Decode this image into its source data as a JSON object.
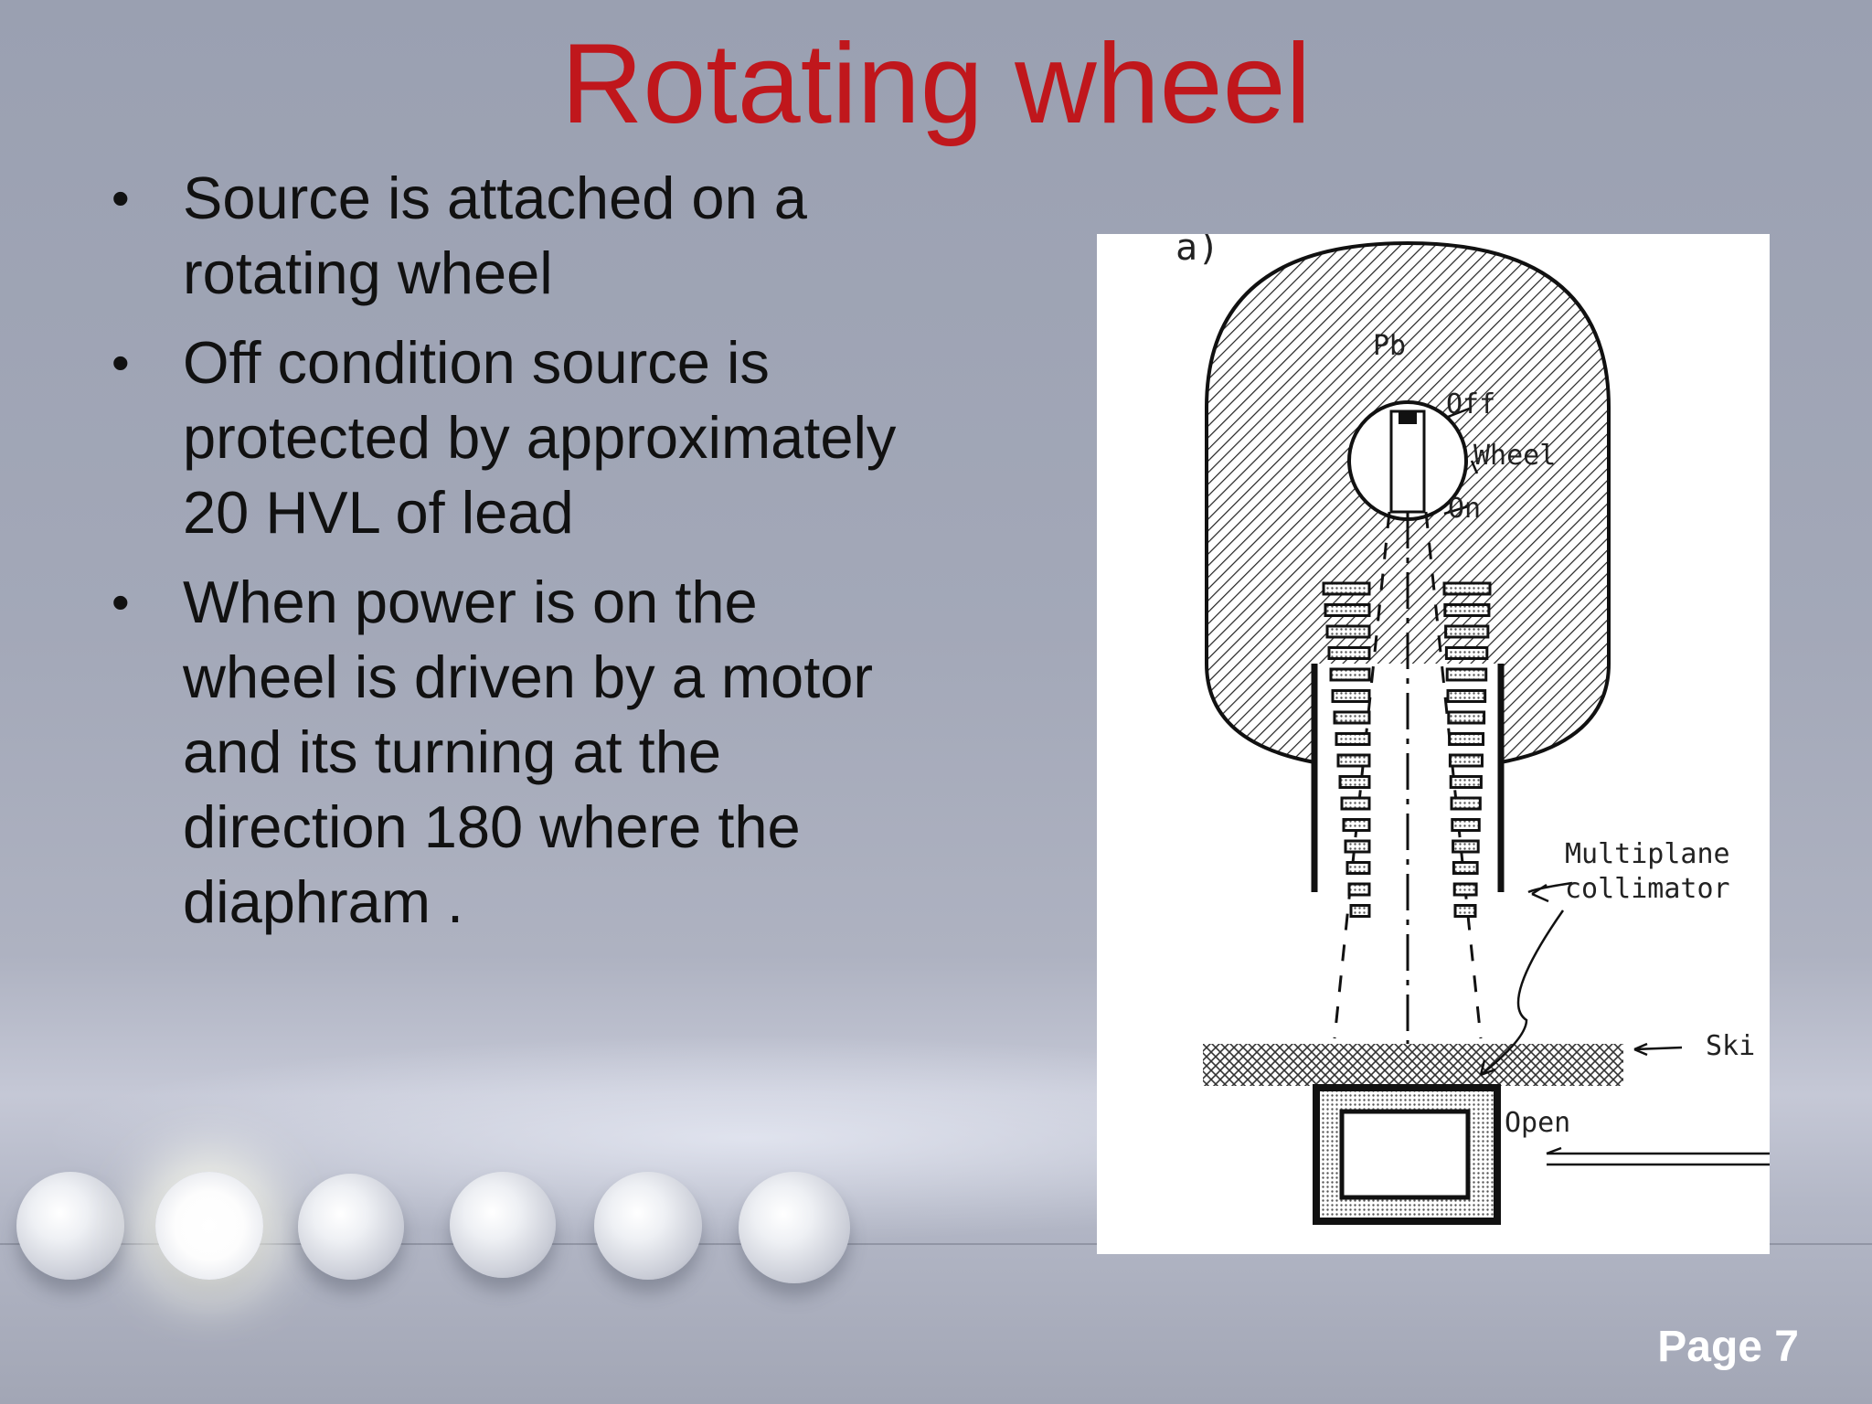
{
  "slide": {
    "title": "Rotating wheel",
    "bullets": [
      "Source is attached on a rotating wheel",
      "Off condition source is protected by approximately 20 HVL of lead",
      "When power is on the wheel is driven by a motor and its turning at the direction 180  where the diaphram ."
    ],
    "bullet_marker": "•",
    "page_label": "Page 7"
  },
  "figure": {
    "panel_label": "a)",
    "labels": {
      "pb": "Pb",
      "off": "Off",
      "wheel": "Wheel",
      "on": "On",
      "collimator_line1": "Multiplane",
      "collimator_line2": "collimator",
      "skin": "Ski",
      "open": "Open"
    }
  }
}
